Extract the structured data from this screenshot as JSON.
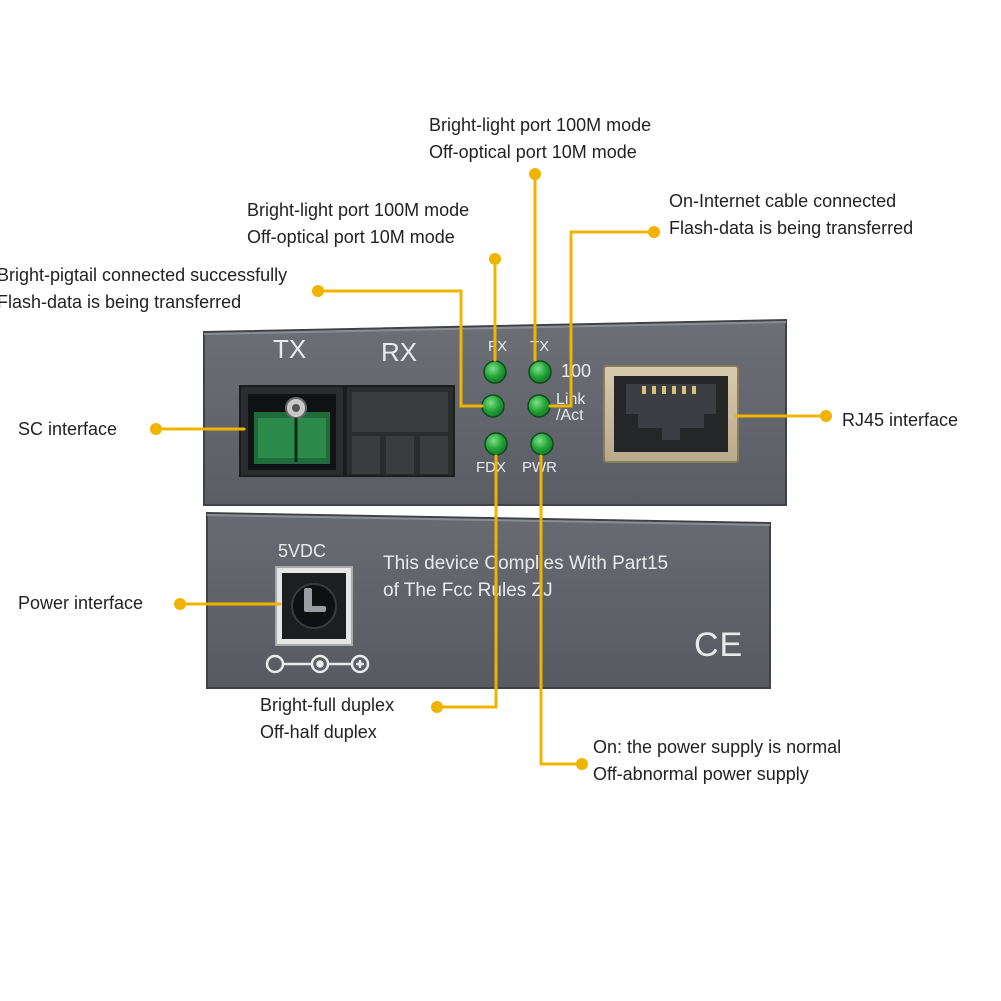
{
  "colors": {
    "accent": "#f0b400",
    "panel": "#63676d",
    "panel_dark": "#4a4e53",
    "led": "#28b43c",
    "silkscreen": "#e8eaec"
  },
  "device": {
    "upper_panel": {
      "port_labels": {
        "tx": "TX",
        "rx": "RX"
      },
      "led_labels": {
        "fx": "FX",
        "tx": "TX",
        "speed": "100",
        "link_line1": "Link",
        "link_line2": "/Act",
        "fdx": "FDX",
        "pwr": "PWR"
      }
    },
    "lower_panel": {
      "power_label": "5VDC",
      "compliance_line1": "This device Complies With Part15",
      "compliance_line2": "of The Fcc Rules ZJ",
      "ce_mark": "CE"
    }
  },
  "callouts": {
    "fx_speed": {
      "line1": "Bright-light port 100M mode",
      "line2": "Off-optical port 10M mode"
    },
    "fx_speed_left": {
      "line1": "Bright-light port 100M mode",
      "line2": "Off-optical port 10M mode"
    },
    "link_act": {
      "line1": "On-Internet cable connected",
      "line2": "Flash-data is being transferred"
    },
    "fx_link": {
      "line1": "Bright-pigtail connected successfully",
      "line2": "Flash-data is being transferred"
    },
    "sc": {
      "text": "SC interface"
    },
    "rj45": {
      "text": "RJ45 interface"
    },
    "power": {
      "text": "Power interface"
    },
    "fdx": {
      "line1": "Bright-full duplex",
      "line2": "Off-half duplex"
    },
    "pwr": {
      "line1": "On: the power supply is normal",
      "line2": "Off-abnormal power supply"
    }
  }
}
